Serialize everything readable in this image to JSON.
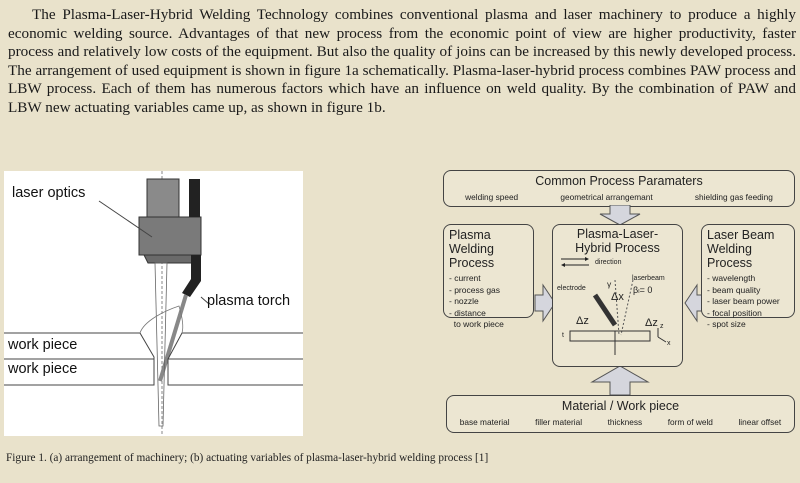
{
  "paragraph": "The Plasma-Laser-Hybrid Welding Technology combines conventional plasma and laser machinery to produce a highly economic welding source. Advantages of that new process from the economic point of view are higher productivity, faster process and relatively low costs of the equipment. But also the quality of joins can be increased by this newly developed process. The arrangement of used equipment is shown in figure 1a schematically. Plasma-laser-hybrid process combines PAW process and LBW process. Each of them has numerous factors which have an influence on weld quality. By the combination of PAW and LBW new actuating variables came up, as shown in figure 1b.",
  "fig_a": {
    "laser_optics": "laser optics",
    "plasma_torch": "plasma torch",
    "work_piece_1": "work piece",
    "work_piece_2": "work piece"
  },
  "fig_b": {
    "common": {
      "title": "Common Process Paramaters",
      "items": [
        "welding speed",
        "geometrical arrangemant",
        "shielding gas feeding"
      ]
    },
    "plasma": {
      "title": "Plasma Welding Process",
      "items": [
        "- current",
        "- process gas",
        "- nozzle",
        "- distance",
        "  to work piece"
      ]
    },
    "hybrid": {
      "title": "Plasma-Laser-Hybrid Process",
      "direction": "direction",
      "electrode": "electrode",
      "laserbeam": "laserbeam",
      "beta": "βₗ= 0",
      "gamma": "γ",
      "dx": "Δx",
      "dz1": "Δz",
      "dz2": "Δz",
      "t": "t",
      "x": "x",
      "z": "z"
    },
    "laser": {
      "title": "Laser Beam Welding Process",
      "items": [
        "- wavelength",
        "- beam quality",
        "- laser beam power",
        "- focal position",
        "- spot size"
      ]
    },
    "material": {
      "title": "Material / Work piece",
      "items": [
        "base material",
        "filler material",
        "thickness",
        "form of weld",
        "linear offset"
      ]
    }
  },
  "caption": "Figure 1. (a) arrangement of machinery; (b) actuating variables of plasma-laser-hybrid welding process [1]"
}
